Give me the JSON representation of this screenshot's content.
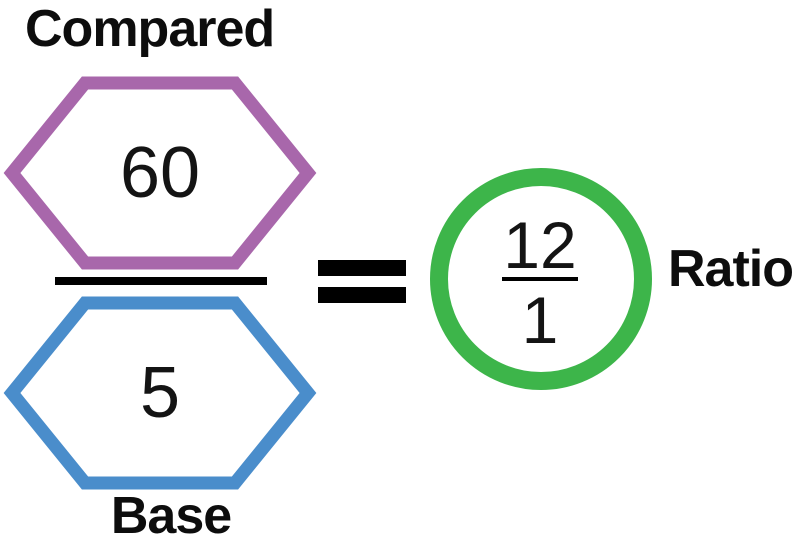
{
  "diagram": {
    "description_role": "ratio-formula-diagram",
    "compared": {
      "label": "Compared",
      "value": "60"
    },
    "base": {
      "label": "Base",
      "value": "5"
    },
    "ratio": {
      "label": "Ratio",
      "numerator": "12",
      "denominator": "1"
    }
  },
  "colors": {
    "compared_stroke": "#a867ab",
    "base_stroke": "#4a8dcb",
    "ratio_stroke": "#3db54a",
    "ink": "#0d0d0d"
  }
}
